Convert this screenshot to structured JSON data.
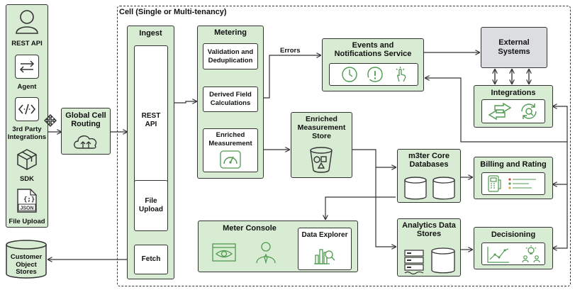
{
  "sources": {
    "items": [
      {
        "label": "REST API",
        "icon": "user-icon"
      },
      {
        "label": "Agent",
        "icon": "transfer-arrows-icon"
      },
      {
        "label": "3rd Party Integrations",
        "icon": "code-icon"
      },
      {
        "label": "SDK",
        "icon": "cube-icon"
      },
      {
        "label": "File Upload",
        "icon": "json-file-icon"
      }
    ]
  },
  "routing": {
    "label": "Global Cell Routing",
    "icon": "cloud-upload-icon"
  },
  "cell": {
    "label": "Cell (Single or Multi-tenancy)"
  },
  "ingest": {
    "label": "Ingest",
    "rest": "REST API",
    "file_upload": "File Upload",
    "fetch": "Fetch"
  },
  "metering": {
    "label": "Metering",
    "validation": "Validation and Deduplication",
    "derived": "Derived Field Calculations",
    "enriched": "Enriched Measurement"
  },
  "errors_label": "Errors",
  "events": {
    "label": "Events and Notifications Service"
  },
  "external": {
    "label": "External Systems"
  },
  "integrations": {
    "label": "Integrations"
  },
  "store": {
    "label": "Enriched Measurement Store"
  },
  "core_db": {
    "label": "m3ter Core Databases"
  },
  "billing": {
    "label": "Billing and Rating"
  },
  "analytics": {
    "label": "Analytics Data Stores"
  },
  "decisioning": {
    "label": "Decisioning"
  },
  "console": {
    "label": "Meter Console",
    "explorer": "Data Explorer"
  },
  "customer": {
    "label": "Customer Object Stores"
  },
  "colors": {
    "green_fill": "#d8ecd4",
    "icon_green": "#4f9a4f",
    "grey_fill": "#dcdde1",
    "line": "#333333"
  }
}
